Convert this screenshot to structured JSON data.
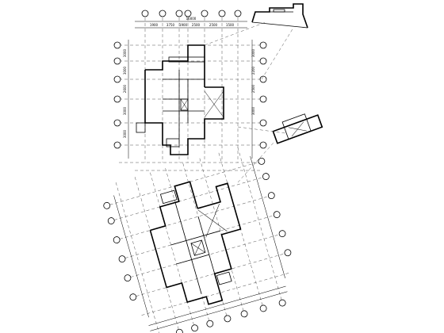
{
  "drawing": {
    "overall_dimension": "16000",
    "top_dims": [
      "1900",
      "3750",
      "1900",
      "2500",
      "2500",
      "1500"
    ],
    "left_dims": [
      "3000",
      "3000",
      "2600",
      "3000",
      "3000"
    ],
    "right_dims": [
      "3000",
      "2200",
      "2500",
      "3000"
    ]
  }
}
